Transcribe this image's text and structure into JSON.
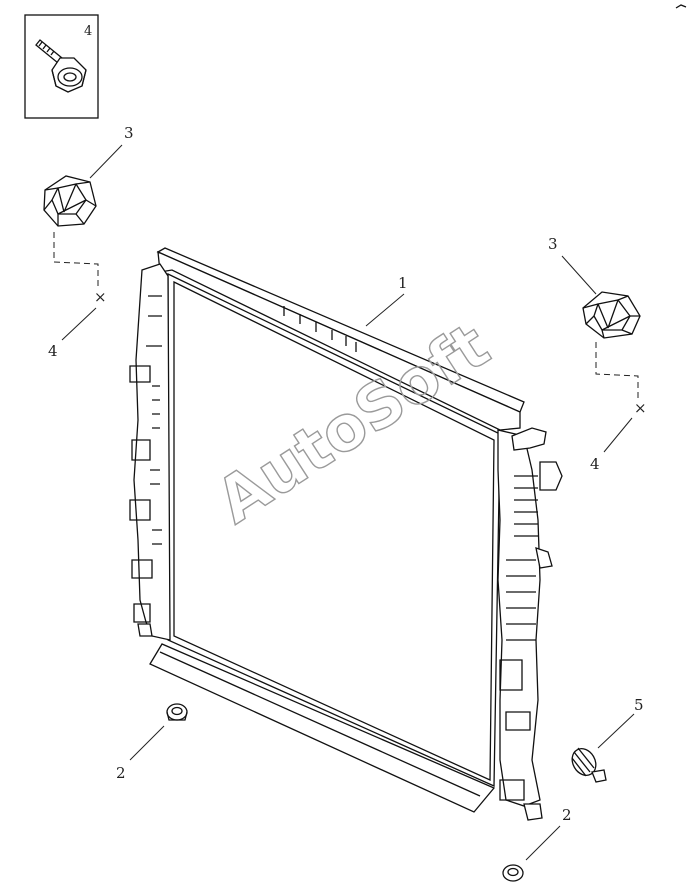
{
  "callouts": {
    "inset": "4",
    "radiator": "1",
    "mount_lower_left": "2",
    "mount_lower_right": "2",
    "mount_upper_left": "3",
    "mount_upper_right": "3",
    "fastener_left": "4",
    "fastener_right": "4",
    "drain_plug": "5"
  },
  "watermark": "AutoSoft"
}
